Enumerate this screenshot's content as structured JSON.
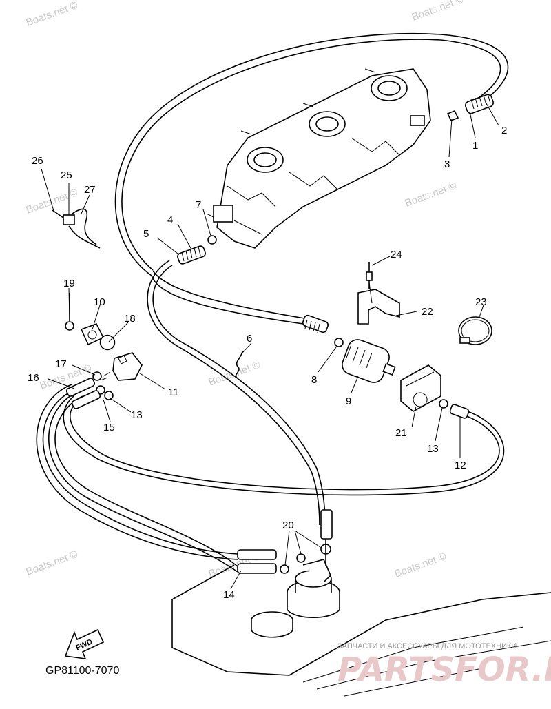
{
  "watermark": "Boats.net ©",
  "part_numbers": [
    "1",
    "2",
    "3",
    "4",
    "5",
    "6",
    "7",
    "8",
    "9",
    "10",
    "11",
    "12",
    "13",
    "13",
    "14",
    "15",
    "16",
    "17",
    "18",
    "19",
    "20",
    "21",
    "22",
    "23",
    "24",
    "25",
    "26",
    "27"
  ],
  "fwd_label": "FWD",
  "diagram_code": "GP81100-7070",
  "brand": {
    "tagline": "ЗАПЧАСТИ И АКСЕССУАРЫ ДЛЯ МОТОТЕХНИКИ",
    "logo_text": "PARTSFOR.RU"
  }
}
